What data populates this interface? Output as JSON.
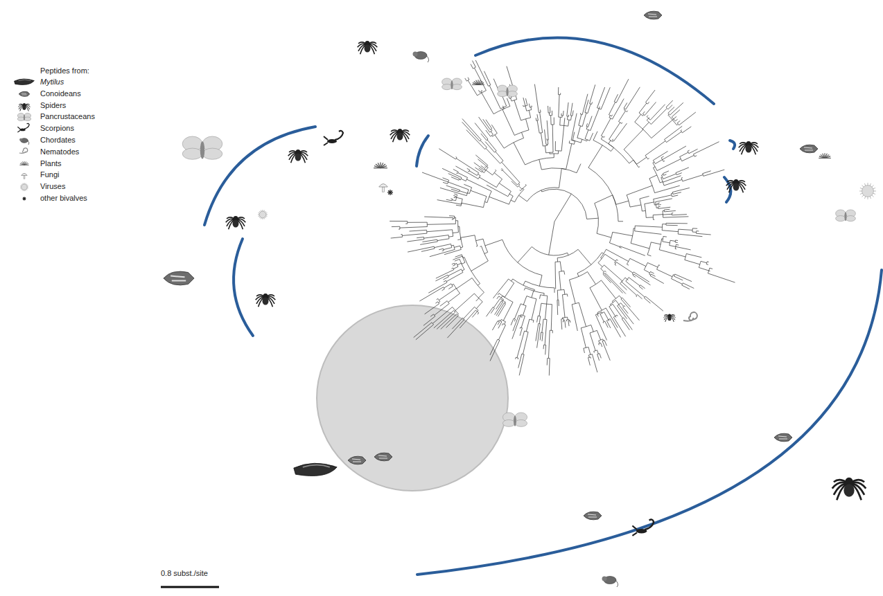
{
  "diagram": {
    "labels": [
      "Peptides from:",
      "0.8 subst./site"
    ],
    "legend": [
      {
        "text": "Mytilus"
      },
      {
        "text": "Conoideans"
      },
      {
        "text": "Spiders"
      },
      {
        "text": "Pancrustaceans"
      },
      {
        "text": "Scorpions"
      },
      {
        "text": "Chordates"
      },
      {
        "text": "Nematodes"
      },
      {
        "text": "Plants"
      },
      {
        "text": "Fungi"
      },
      {
        "text": "Viruses"
      },
      {
        "text": "other bivalves"
      }
    ]
  }
}
